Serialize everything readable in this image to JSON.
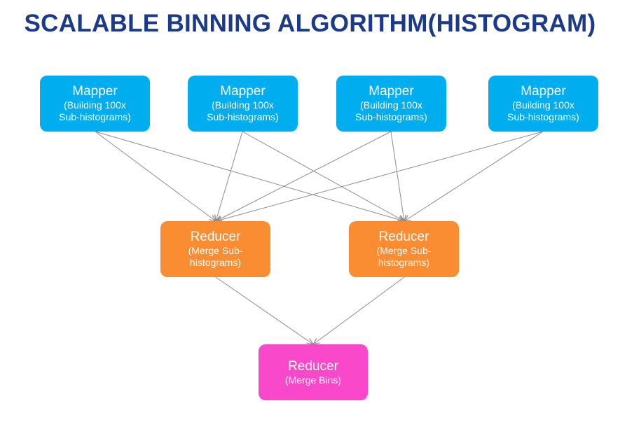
{
  "title": "SCALABLE BINNING ALGORITHM(HISTOGRAM)",
  "mappers": [
    {
      "label": "Mapper",
      "sub1": "(Building 100x",
      "sub2": "Sub-histograms)"
    },
    {
      "label": "Mapper",
      "sub1": "(Building 100x",
      "sub2": "Sub-histograms)"
    },
    {
      "label": "Mapper",
      "sub1": "(Building 100x",
      "sub2": "Sub-histograms)"
    },
    {
      "label": "Mapper",
      "sub1": "(Building 100x",
      "sub2": "Sub-histograms)"
    }
  ],
  "reducers": [
    {
      "label": "Reducer",
      "sub1": "(Merge Sub-",
      "sub2": "histograms)"
    },
    {
      "label": "Reducer",
      "sub1": "(Merge Sub-",
      "sub2": "histograms)"
    }
  ],
  "final_reducer": {
    "label": "Reducer",
    "sub1": "(Merge Bins)"
  },
  "colors": {
    "title": "#1b3a8a",
    "mapper": "#00aeef",
    "reducer": "#fa8c32",
    "final": "#f948c9",
    "edge": "#8c8c8c"
  }
}
